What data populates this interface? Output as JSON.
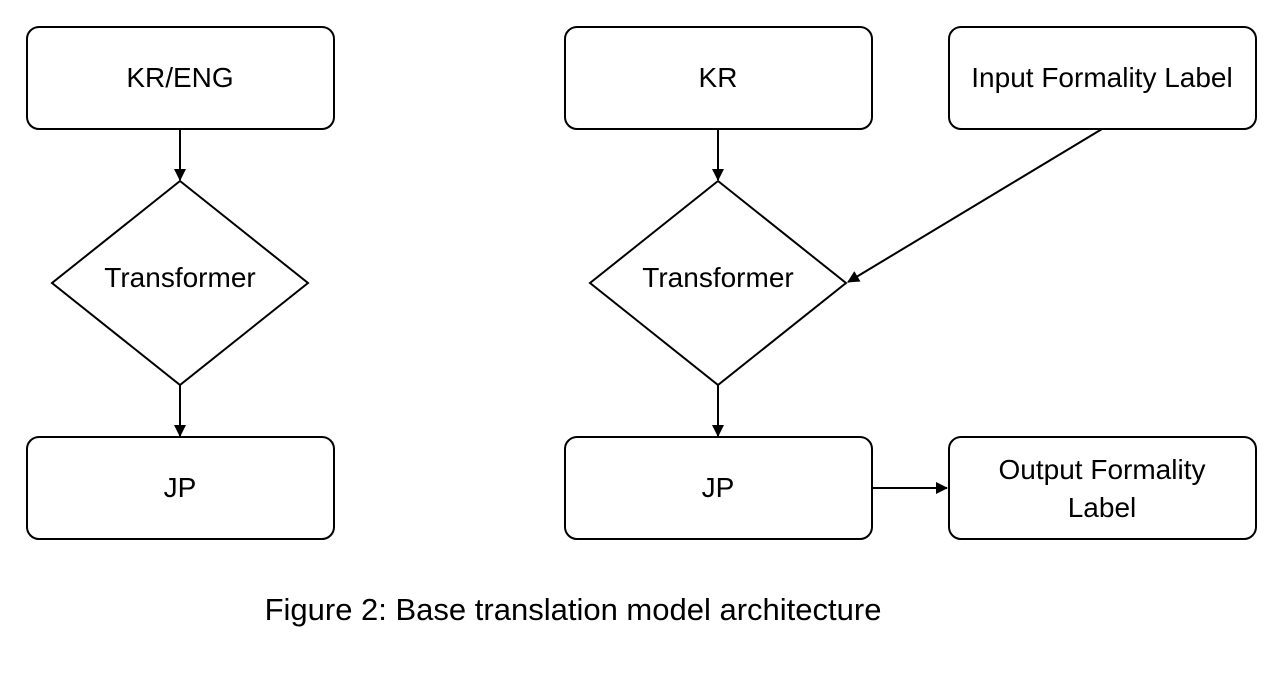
{
  "colors": {
    "stroke": "#000000",
    "fill": "#ffffff",
    "text": "#000000"
  },
  "left_flow": {
    "input": "KR/ENG",
    "model": "Transformer",
    "output": "JP"
  },
  "right_flow": {
    "input": "KR",
    "formality_input": "Input Formality Label",
    "model": "Transformer",
    "output": "JP",
    "formality_output_line1": "Output Formality",
    "formality_output_line2": "Label"
  },
  "caption": "Figure 2: Base translation model architecture"
}
